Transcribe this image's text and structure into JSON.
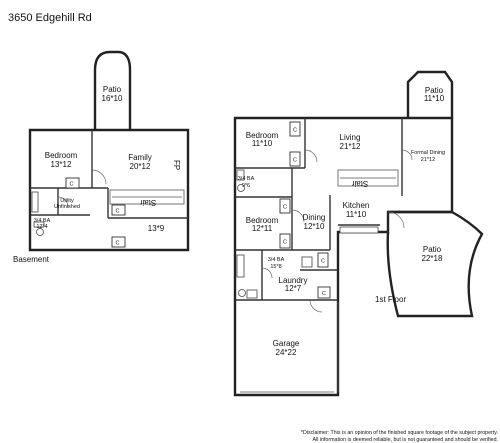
{
  "title": "3650 Edgehill Rd",
  "basement": {
    "floor_label": "Basement",
    "rooms": [
      {
        "key": "patio",
        "name": "Patio",
        "size": "16*10"
      },
      {
        "key": "bedroom",
        "name": "Bedroom",
        "size": "13*12"
      },
      {
        "key": "family",
        "name": "Family",
        "size": "20*12"
      },
      {
        "key": "fp",
        "name": "FP",
        "size": ""
      },
      {
        "key": "utility",
        "name": "Utility",
        "size": "Unfinished"
      },
      {
        "key": "bath",
        "name": "3/4 BA",
        "size": "12*4"
      },
      {
        "key": "stair",
        "name": "Stair",
        "size": ""
      },
      {
        "key": "room",
        "name": "",
        "size": "13*9"
      }
    ],
    "closet_marks": [
      "C",
      "C",
      "C"
    ]
  },
  "first_floor": {
    "floor_label": "1st Floor",
    "rooms": [
      {
        "key": "patio_top",
        "name": "Patio",
        "size": "11*10"
      },
      {
        "key": "bedroom1",
        "name": "Bedroom",
        "size": "11*10"
      },
      {
        "key": "living",
        "name": "Living",
        "size": "21*12"
      },
      {
        "key": "formal_dining",
        "name": "Formal Dining",
        "size": "21*12"
      },
      {
        "key": "bath1",
        "name": "3/4 BA",
        "size": "9*6"
      },
      {
        "key": "stair",
        "name": "Stair",
        "size": ""
      },
      {
        "key": "kitchen",
        "name": "Kitchen",
        "size": "11*10"
      },
      {
        "key": "bedroom2",
        "name": "Bedroom",
        "size": "12*11"
      },
      {
        "key": "dining",
        "name": "Dining",
        "size": "12*10"
      },
      {
        "key": "patio_right",
        "name": "Patio",
        "size": "22*18"
      },
      {
        "key": "bath2",
        "name": "3/4 BA",
        "size": "15*8"
      },
      {
        "key": "laundry",
        "name": "Laundry",
        "size": "12*7"
      },
      {
        "key": "garage",
        "name": "Garage",
        "size": "24*22"
      }
    ],
    "closet_marks": [
      "C",
      "C",
      "C",
      "C",
      "C",
      "C"
    ]
  },
  "disclaimer": {
    "line1": "*Disclaimer: This is an opinion of the finished square footage of the subject property.",
    "line2": "All information is deemed reliable, but is not guaranteed and should be verified."
  }
}
